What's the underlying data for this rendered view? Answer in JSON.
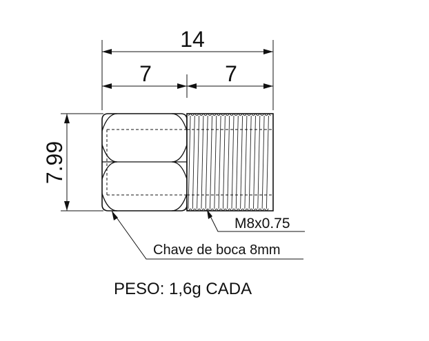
{
  "dimensions": {
    "overall_length": "14",
    "left_length": "7",
    "right_length": "7",
    "height": "7.99"
  },
  "annotations": {
    "thread": "M8x0.75",
    "wrench": "Chave de boca 8mm"
  },
  "weight_note": "PESO: 1,6g CADA",
  "colors": {
    "line": "#111111",
    "background": "#ffffff"
  }
}
